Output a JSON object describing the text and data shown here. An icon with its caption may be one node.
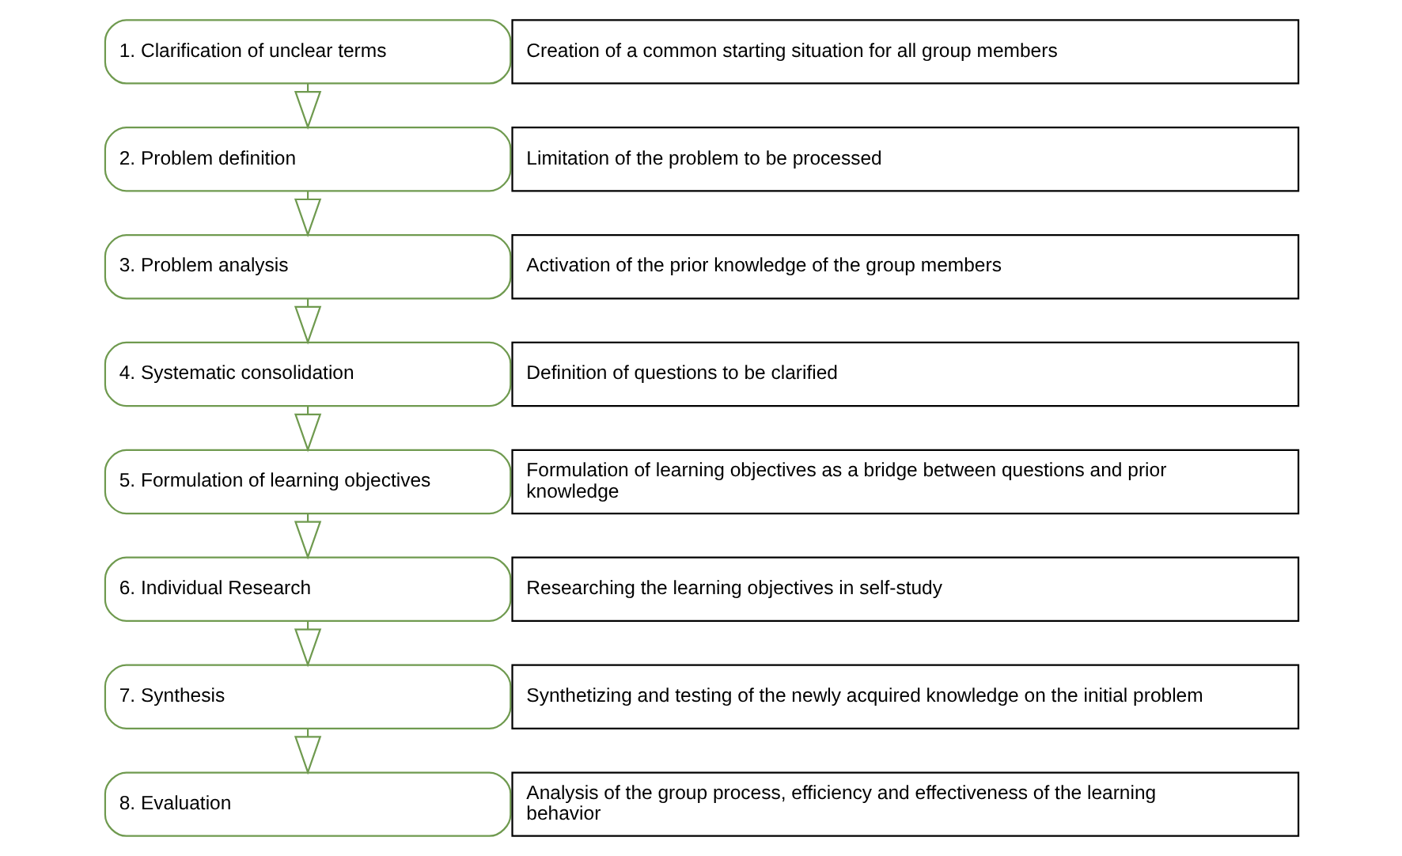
{
  "diagram": {
    "nodes": [
      {
        "text": [
          "1. Clarification of unclear terms"
        ]
      },
      {
        "text": [
          "Creation of a common starting situation for all group members"
        ]
      },
      {
        "text": [
          "2. Problem definition"
        ]
      },
      {
        "text": [
          "Limitation of the problem to be processed"
        ]
      },
      {
        "text": [
          "3. Problem analysis"
        ]
      },
      {
        "text": [
          "Activation of the prior knowledge of the group members"
        ]
      },
      {
        "text": [
          "4. Systematic consolidation"
        ]
      },
      {
        "text": [
          "Definition of questions to be clarified"
        ]
      },
      {
        "text": [
          "5. Formulation of learning objectives"
        ]
      },
      {
        "text": [
          "Formulation of learning objectives as a bridge between questions and prior knowledge"
        ]
      },
      {
        "text": [
          "6. Individual Research"
        ]
      },
      {
        "text": [
          "Researching the learning objectives in self-study"
        ]
      },
      {
        "text": [
          "7. Synthesis"
        ]
      },
      {
        "text": [
          "Synthetizing and testing of the newly acquired knowledge on the initial problem"
        ]
      },
      {
        "text": [
          "8. Evaluation"
        ]
      },
      {
        "text": [
          "Analysis of the group process, efficiency and effectiveness of the learning behavior"
        ]
      }
    ],
    "edges": [
      {
        "from": 0,
        "to": 2,
        "arrow": "to"
      },
      {
        "from": 2,
        "to": 4,
        "arrow": "to"
      },
      {
        "from": 4,
        "to": 6,
        "arrow": "to"
      },
      {
        "from": 6,
        "to": 8,
        "arrow": "to"
      },
      {
        "from": 8,
        "to": 10,
        "arrow": "to"
      },
      {
        "from": 10,
        "to": 12,
        "arrow": "to"
      },
      {
        "from": 12,
        "to": 14,
        "arrow": "to"
      }
    ]
  }
}
